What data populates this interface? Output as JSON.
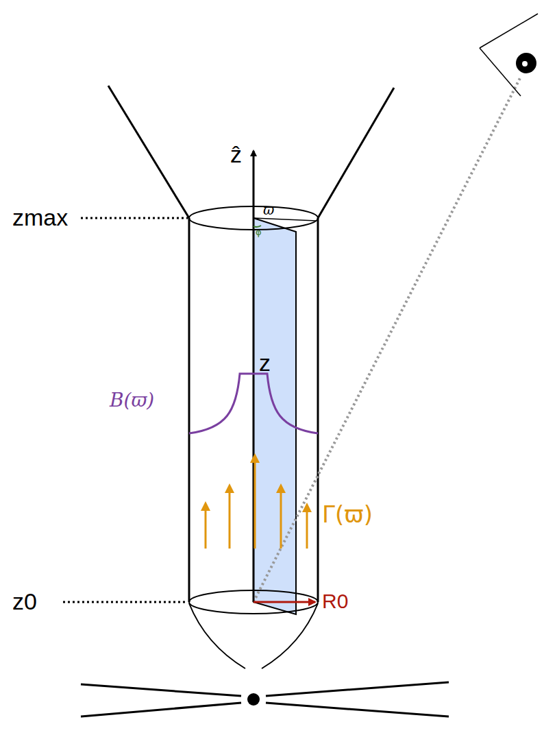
{
  "diagram": {
    "labels": [
      "ẑ",
      "zmax",
      "ϖ",
      "φ",
      "z",
      "B(ϖ)",
      "Γ(ϖ)",
      "z0",
      "R0"
    ]
  }
}
